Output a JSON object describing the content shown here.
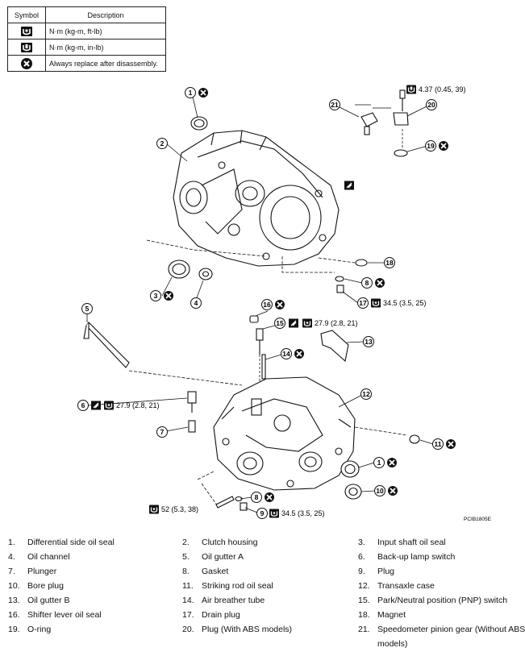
{
  "legend": {
    "header_symbol": "Symbol",
    "header_description": "Description",
    "rows": [
      {
        "icon": "torque-wrench-icon",
        "description": "N·m (kg-m, ft-lb)"
      },
      {
        "icon": "torque-wrench-inlb-icon",
        "description": "N·m (kg-m, in-lb)"
      },
      {
        "icon": "always-replace-icon",
        "description": "Always replace after disassembly."
      }
    ]
  },
  "diagram": {
    "figure_code": "PCIB1805E",
    "specs": {
      "s1": "4.37 (0.45, 39)",
      "s2": "34.5 (3.5, 25)",
      "s3": "27.9 (2.8, 21)",
      "s4": "27.9 (2.8, 21)",
      "s5": "52 (5.3, 38)",
      "s6": "34.5 (3.5, 25)"
    },
    "callouts": [
      "1",
      "2",
      "3",
      "4",
      "21",
      "20",
      "19",
      "18",
      "8",
      "17",
      "5",
      "16",
      "15",
      "14",
      "13",
      "6",
      "12",
      "7",
      "11",
      "1",
      "10",
      "8",
      "9"
    ]
  },
  "parts": [
    {
      "num": "1.",
      "name": "Differential side oil seal"
    },
    {
      "num": "2.",
      "name": "Clutch housing"
    },
    {
      "num": "3.",
      "name": "Input shaft oil seal"
    },
    {
      "num": "4.",
      "name": "Oil channel"
    },
    {
      "num": "5.",
      "name": "Oil gutter A"
    },
    {
      "num": "6.",
      "name": "Back-up lamp switch"
    },
    {
      "num": "7.",
      "name": "Plunger"
    },
    {
      "num": "8.",
      "name": "Gasket"
    },
    {
      "num": "9.",
      "name": "Plug"
    },
    {
      "num": "10.",
      "name": "Bore plug"
    },
    {
      "num": "11.",
      "name": "Striking rod oil seal"
    },
    {
      "num": "12.",
      "name": "Transaxle case"
    },
    {
      "num": "13.",
      "name": "Oil gutter B"
    },
    {
      "num": "14.",
      "name": "Air breather tube"
    },
    {
      "num": "15.",
      "name": "Park/Neutral position (PNP) switch"
    },
    {
      "num": "16.",
      "name": "Shifter lever oil seal"
    },
    {
      "num": "17.",
      "name": "Drain plug"
    },
    {
      "num": "18.",
      "name": "Magnet"
    },
    {
      "num": "19.",
      "name": "O-ring"
    },
    {
      "num": "20.",
      "name": "Plug (With ABS models)"
    },
    {
      "num": "21.",
      "name": "Speedometer pinion gear (Without ABS models)"
    }
  ]
}
